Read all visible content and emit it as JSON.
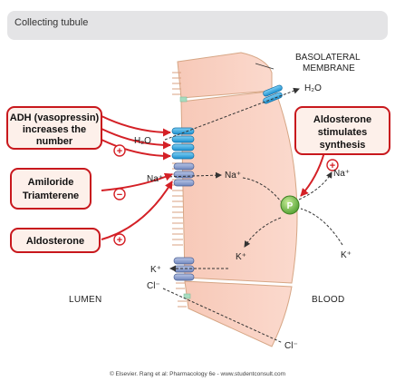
{
  "header": {
    "title": "Collecting tubule"
  },
  "labels": {
    "basolateral_line1": "BASOLATERAL",
    "basolateral_line2": "MEMBRANE",
    "h2o_top": "H₂O",
    "h2o_left": "H₂O",
    "na_left": "Na⁺",
    "na_mid": "Na⁺",
    "na_right": "Na⁺",
    "k_left": "K⁺",
    "k_mid": "K⁺",
    "k_right": "K⁺",
    "cl_left": "Cl⁻",
    "cl_bottom": "Cl⁻",
    "pump": "P",
    "lumen": "LUMEN",
    "blood": "BLOOD"
  },
  "boxes": {
    "adh": {
      "line1": "ADH (vasopressin)",
      "line2": "increases the",
      "line3": "number",
      "effect": "+"
    },
    "amiloride": {
      "line1": "Amiloride",
      "line2": "Triamterene",
      "effect": "−"
    },
    "aldosterone_left": {
      "line1": "Aldosterone",
      "effect": "+"
    },
    "aldosterone_right": {
      "line1": "Aldosterone",
      "line2": "stimulates",
      "line3": "synthesis",
      "effect": "+"
    }
  },
  "footer": {
    "credit": "© Elsevier. Rang et al: Pharmacology 6e - www.studentconsult.com"
  },
  "colors": {
    "cell_fill": "#f9d2c4",
    "membrane_stroke": "#d6a685",
    "box_border": "#c8181d",
    "box_fill": "#fdf0ea",
    "arrow_red": "#d42026",
    "aquaporin": "#2aa6e0",
    "na_channel": "#8fa3cf",
    "pump": "#6ab645"
  }
}
